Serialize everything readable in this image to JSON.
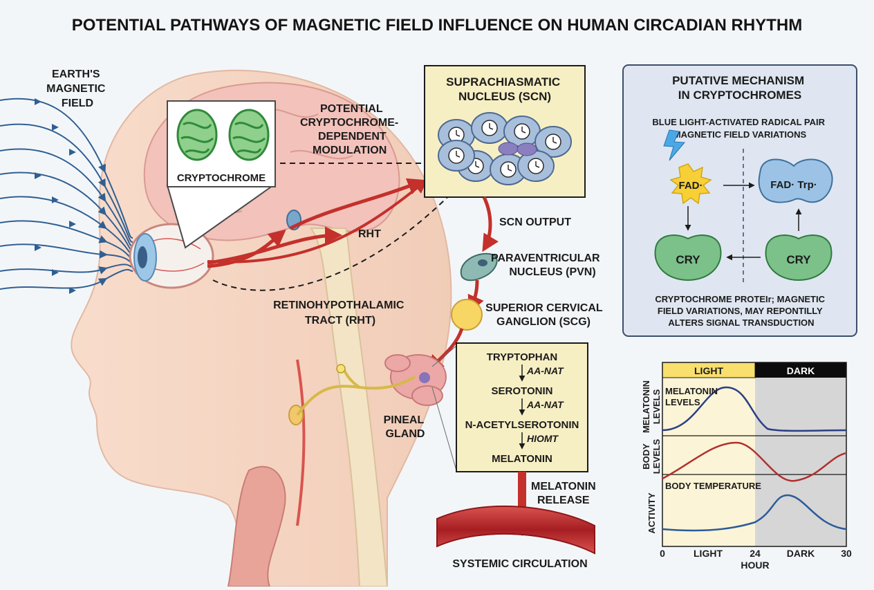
{
  "title": "POTENTIAL PATHWAYS OF MAGNETIC FIELD INFLUENCE ON HUMAN CIRCADIAN RHYTHM",
  "earth_field": [
    "EARTH'S",
    "MAGNETIC",
    "FIELD"
  ],
  "cryptochrome_label": "CRYPTOCHROME",
  "potential_modulation": [
    "POTENTIAL",
    "CRYPTOCHROME-",
    "DEPENDENT",
    "MODULATION"
  ],
  "rht_label": "RHT",
  "rht_full": [
    "RETINOHYPOTHALAMIC",
    "TRACT (RHT)"
  ],
  "scn_title": [
    "SUPRACHIASMATIC",
    "NUCLEUS (SCN)"
  ],
  "scn_output": "SCN OUTPUT",
  "pvn": [
    "PARAVENTRICULAR",
    "NUCLEUS (PVN)"
  ],
  "scg": [
    "SUPERIOR CERVICAL",
    "GANGLION (SCG)"
  ],
  "pineal": [
    "PINEAL",
    "GLAND"
  ],
  "biosynthesis": {
    "steps": [
      "TRYPTOPHAN",
      "SEROTONIN",
      "N-ACETYLSEROTONIN",
      "MELATONIN"
    ],
    "enzymes": [
      "AA-NAT",
      "AA-NAT",
      "HIOMT"
    ]
  },
  "melatonin_release": [
    "MELATONIN",
    "RELEASE"
  ],
  "systemic": "SYSTEMIC CIRCULATION",
  "mechanism": {
    "title": [
      "PUTATIVE MECHANISM",
      "IN CRYPTOCHROMES"
    ],
    "subtitle": [
      "BLUE LIGHT-ACTIVATED RADICAL PAIR",
      "MAGNETIC FIELD VARIATIONS"
    ],
    "fad": "FAD·",
    "fad_trp": "FAD· Trp·",
    "cry_left": "CRY",
    "cry_right": "CRY",
    "caption": [
      "CRYPTOCHROME PROTEIr; MAGNETIC",
      "FIELD VARIATIONS, MAY REPONTILLY",
      "ALTERS SIGNAL TRANSDUCTION"
    ]
  },
  "chart_data": {
    "type": "line",
    "band_labels": [
      "LIGHT",
      "DARK"
    ],
    "xlabel": "HOUR",
    "x_ticks": [
      "0",
      "LIGHT",
      "24",
      "DARK",
      "30"
    ],
    "panels": [
      {
        "ylabel": "MELATONIN LEVELS",
        "series_label": "MELATONIN LEVELS",
        "color": "#2b3f86"
      },
      {
        "ylabel": "BODY LEVELS",
        "series_label": "BODY TEMPERATURE",
        "color": "#b03030"
      },
      {
        "ylabel": "ACTIVITY",
        "series_label": "",
        "color": "#2a5b9a"
      }
    ]
  },
  "colors": {
    "arrow_red": "#c4302b",
    "scn_box": "#f7efc4",
    "mech_box": "#dfe6f1",
    "field_blue": "#2f5f93"
  }
}
